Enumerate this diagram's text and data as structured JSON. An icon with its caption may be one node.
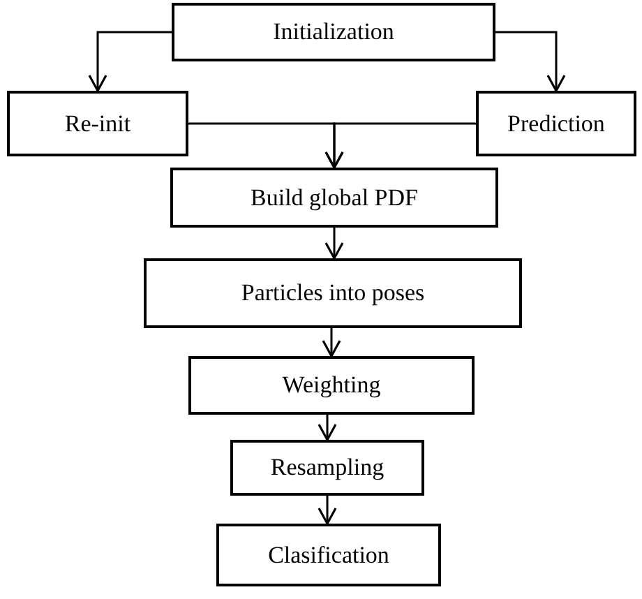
{
  "diagram": {
    "nodes": [
      {
        "text": [
          "Initialization"
        ]
      },
      {
        "text": [
          "Re-init"
        ]
      },
      {
        "text": [
          "Prediction"
        ]
      },
      {
        "text": [
          "Build global PDF"
        ]
      },
      {
        "text": [
          "Particles into poses"
        ]
      },
      {
        "text": [
          "Weighting"
        ]
      },
      {
        "text": [
          "Resampling"
        ]
      },
      {
        "text": [
          "Clasification"
        ]
      }
    ],
    "edges": [
      {
        "from": 0,
        "to": 1,
        "arrow": "to"
      },
      {
        "from": 0,
        "to": 2,
        "arrow": "to"
      },
      {
        "from": 1,
        "to": 3,
        "arrow": "to"
      },
      {
        "from": 2,
        "to": 3,
        "arrow": "to"
      },
      {
        "from": 3,
        "to": 4,
        "arrow": "to"
      },
      {
        "from": 4,
        "to": 5,
        "arrow": "to"
      },
      {
        "from": 5,
        "to": 6,
        "arrow": "to"
      },
      {
        "from": 6,
        "to": 7,
        "arrow": "to"
      }
    ]
  }
}
